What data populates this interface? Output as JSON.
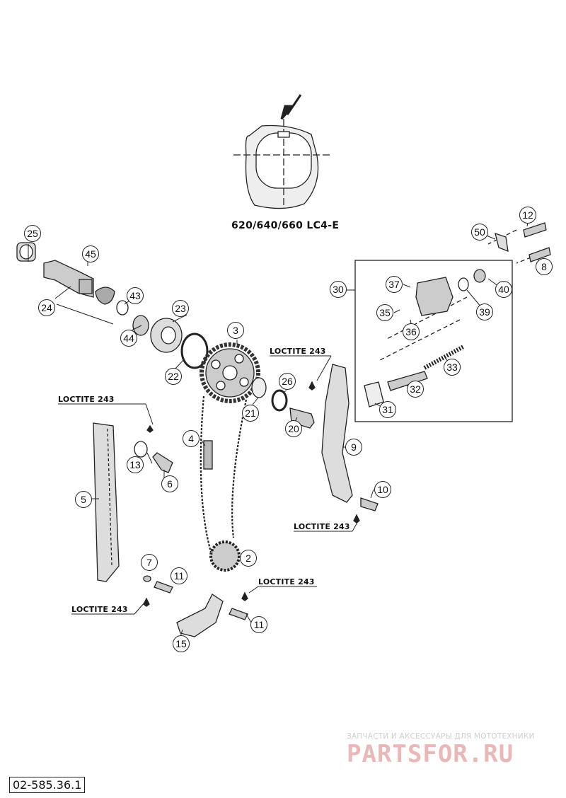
{
  "diagram": {
    "model_label": "620/640/660 LC4-E",
    "document_number": "02-585.36.1",
    "loctite_label": "LOCTITE 243",
    "watermark_text": "ЗАПЧАСТИ И АКСЕССУАРЫ ДЛЯ МОТОТЕХНИКИ",
    "watermark_logo": "PARTSFOR.RU",
    "part_numbers": [
      "25",
      "45",
      "24",
      "43",
      "44",
      "23",
      "22",
      "3",
      "21",
      "26",
      "20",
      "4",
      "2",
      "5",
      "13",
      "6",
      "7",
      "11",
      "15",
      "9",
      "10",
      "12",
      "50",
      "8",
      "30",
      "37",
      "40",
      "35",
      "36",
      "39",
      "33",
      "32",
      "31"
    ]
  }
}
